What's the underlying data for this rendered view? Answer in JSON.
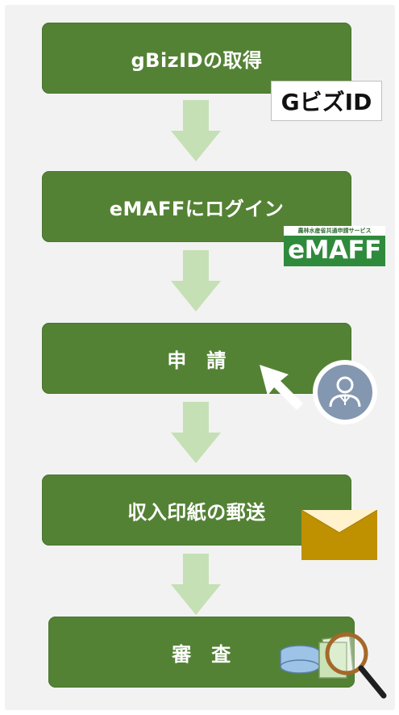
{
  "steps": [
    {
      "label": "gBizIDの取得"
    },
    {
      "label": "eMAFFにログイン"
    },
    {
      "label": "申　請"
    },
    {
      "label": "収入印紙の郵送"
    },
    {
      "label": "審　査"
    }
  ],
  "logos": {
    "gbiz": "GビズID",
    "emaff_sub": "農林水産省共通申請サービス",
    "emaff_main": "eMAFF"
  },
  "colors": {
    "step_fill": "#548235",
    "arrow_fill": "#c5e0b4",
    "panel_bg": "#f2f2f2",
    "envelope": "#bf9000"
  },
  "icons": [
    "user-icon",
    "pointer-arrow-icon",
    "envelope-icon",
    "magnifier-icon",
    "documents-icon"
  ]
}
